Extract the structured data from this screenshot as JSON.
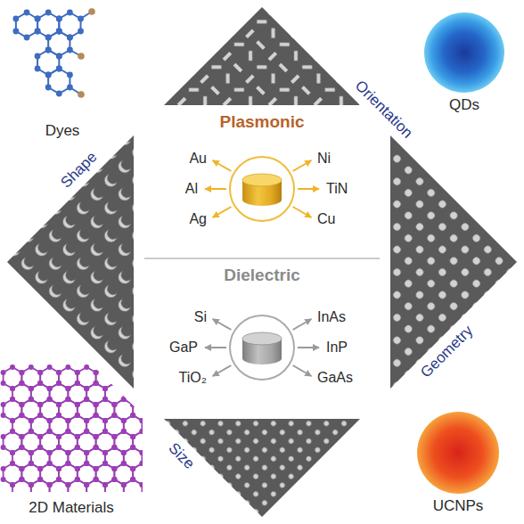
{
  "diagram": {
    "nodes": [
      {
        "text": [
          "QDs"
        ]
      },
      {
        "text": [
          "Plasmonic"
        ]
      },
      {
        "text": [
          "Dielectric"
        ]
      },
      {
        "text": [
          "UCNPs"
        ]
      }
    ],
    "labels": [
      "Dyes",
      "Orientation",
      "Shape",
      "Au",
      "Ni",
      "Al",
      "TiN",
      "Ag",
      "Cu",
      "Si",
      "InAs",
      "GaP",
      "InP",
      "TiO₂",
      "GaAs",
      "Geometry",
      "2D Materials",
      "Size"
    ]
  }
}
